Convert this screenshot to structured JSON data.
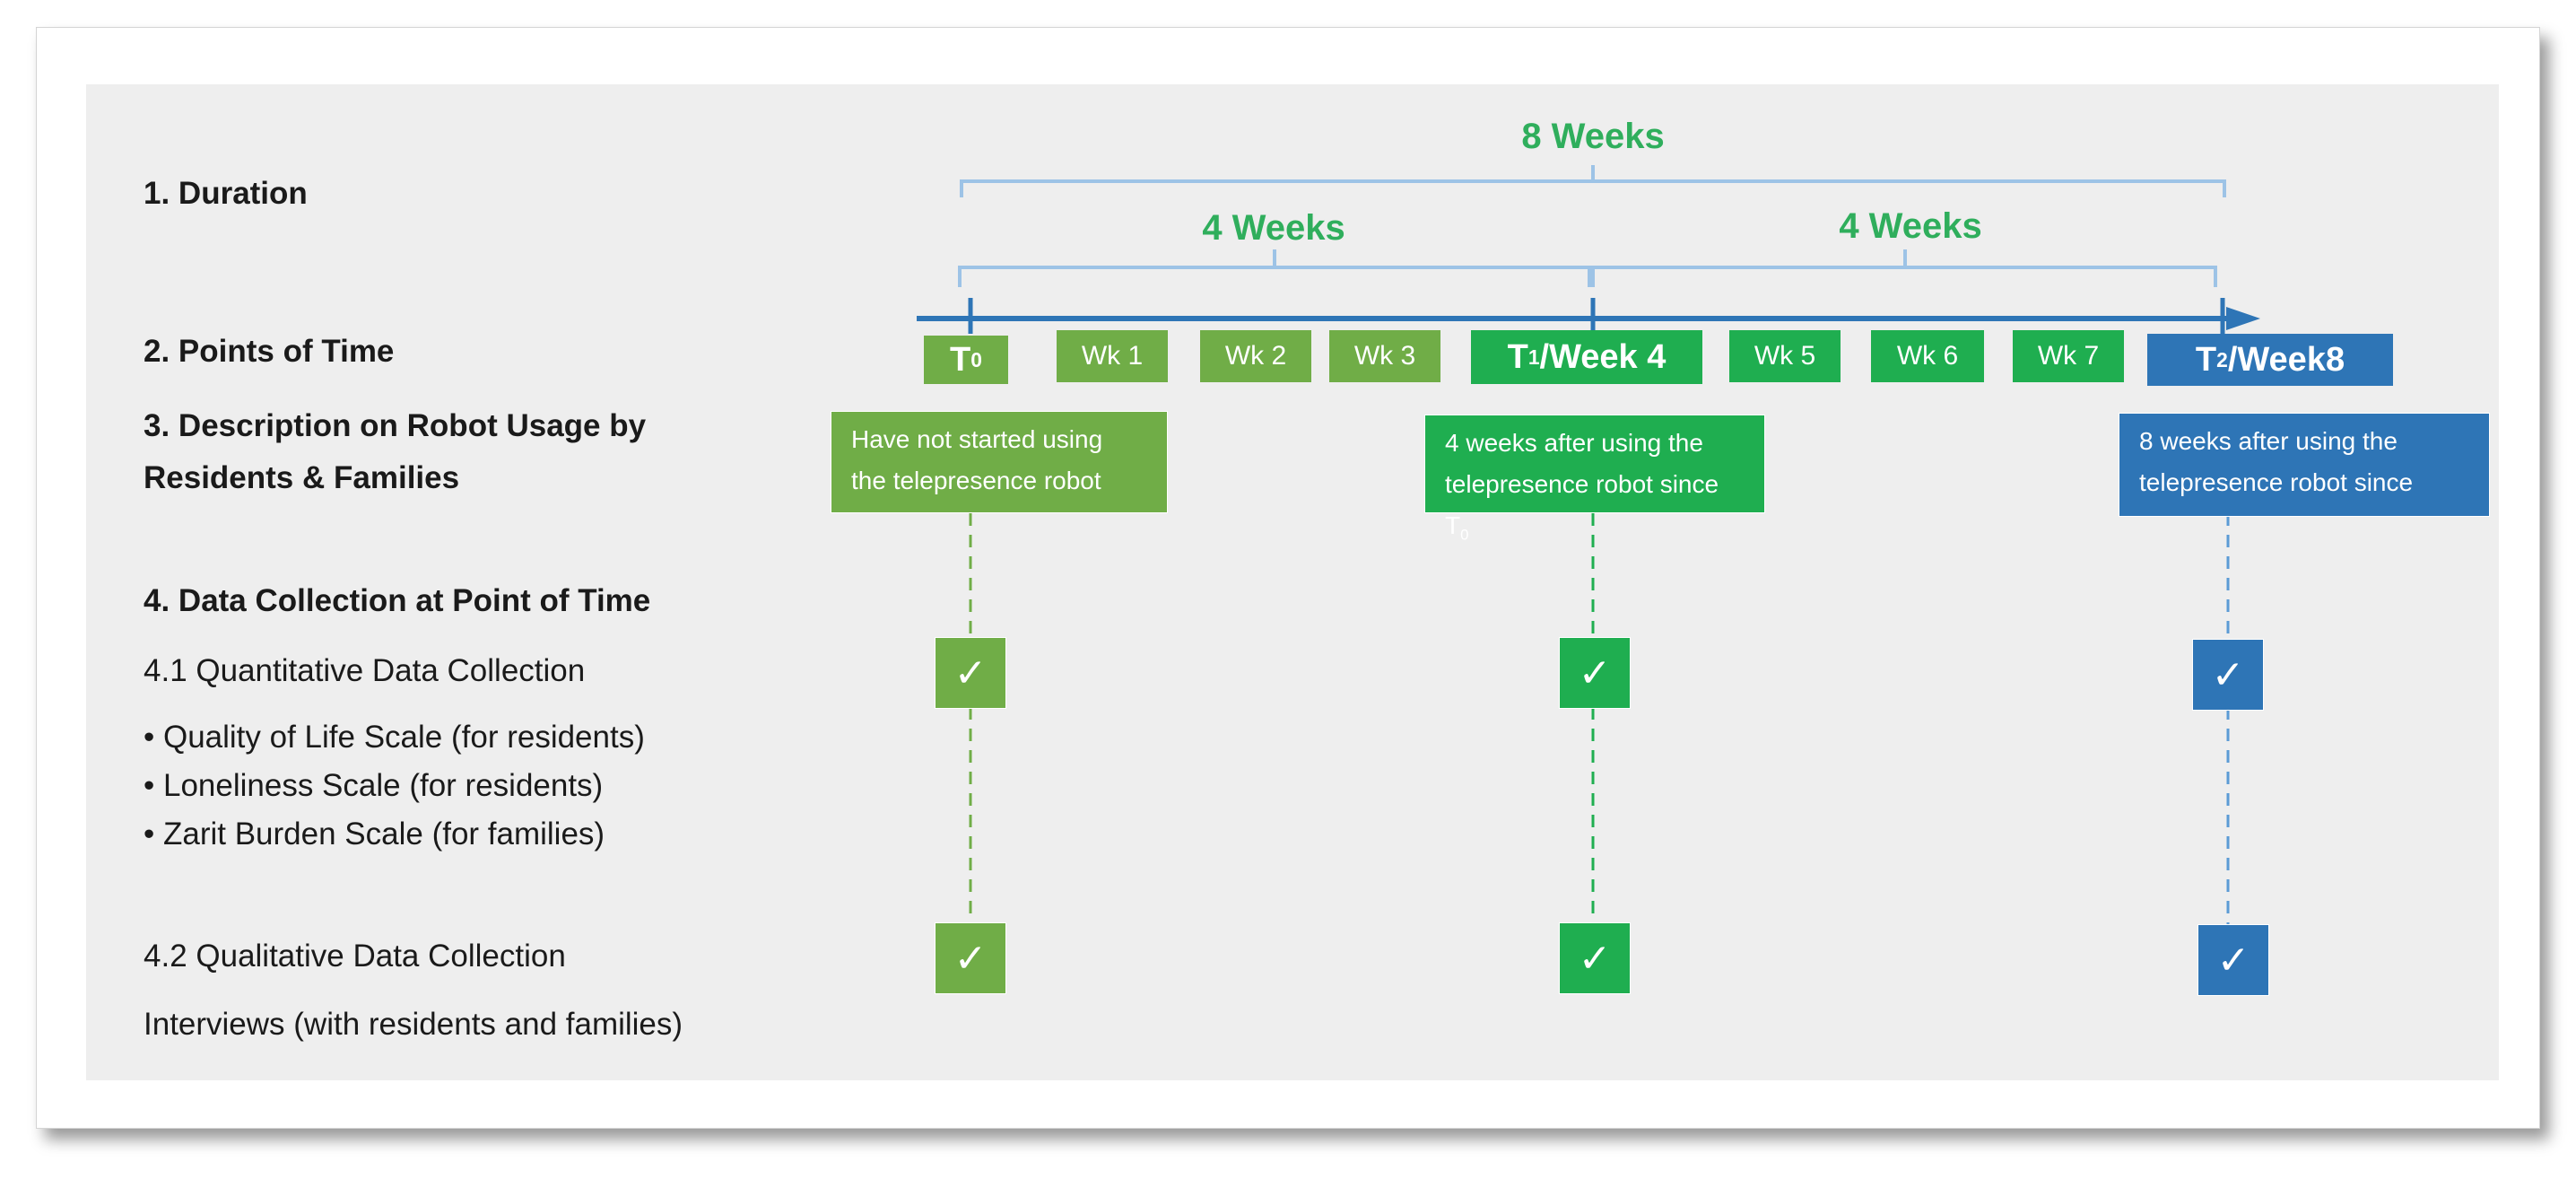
{
  "durations": {
    "total": "8 Weeks",
    "first_half": "4 Weeks",
    "second_half": "4 Weeks"
  },
  "row_labels": {
    "duration": "1. Duration",
    "points_of_time": "2. Points of Time",
    "description": "3. Description on Robot Usage by Residents & Families",
    "data_collection": "4. Data Collection at Point of Time",
    "quantitative": "4.1 Quantitative Data Collection",
    "quantitative_items": [
      "• Quality of Life Scale (for residents)",
      "• Loneliness Scale (for residents)",
      "• Zarit Burden Scale (for families)"
    ],
    "qualitative": "4.2 Qualitative Data Collection",
    "qualitative_detail": "Interviews (with residents and families)"
  },
  "time_points": {
    "t0": {
      "main": "T",
      "sub": "0"
    },
    "t1": {
      "main": "T",
      "sub": "1",
      "rest": "/Week 4"
    },
    "t2": {
      "main": "T",
      "sub": "2",
      "rest": " /Week8"
    }
  },
  "week_labels": [
    "Wk 1",
    "Wk 2",
    "Wk 3",
    "Wk 5",
    "Wk 6",
    "Wk 7"
  ],
  "descriptions": {
    "t0": [
      "Have not started using",
      "the telepresence robot"
    ],
    "t1": [
      "4 weeks after using the",
      "telepresence robot since T",
      "0"
    ],
    "t2": [
      "8 weeks after using the",
      "telepresence robot since"
    ]
  },
  "check_symbol": "✓",
  "colors": {
    "light_green": "#70ad47",
    "dark_green": "#1fae50",
    "blue": "#2e75b6",
    "bracket": "#9dc3e6",
    "arrow": "#2e75b6",
    "week_text": "#2fae5c",
    "panel_bg": "#eeeeee"
  }
}
